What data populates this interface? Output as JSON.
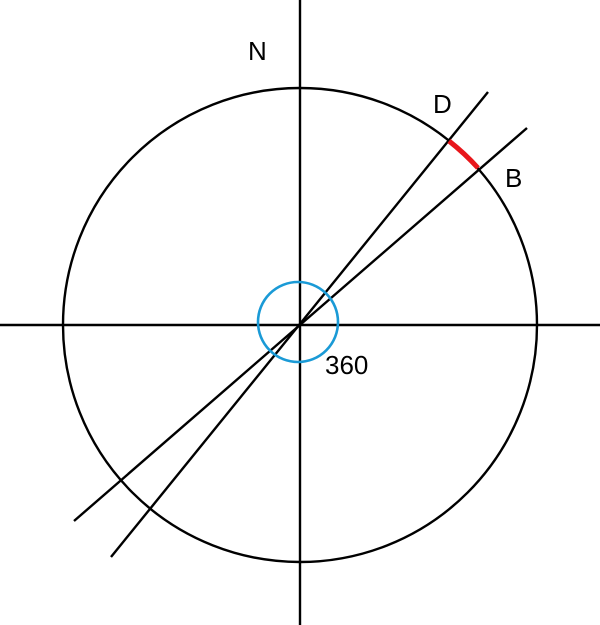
{
  "labels": {
    "north": "N",
    "point_d": "D",
    "point_b": "B",
    "angle_value": "360"
  },
  "colors": {
    "lines": "#000000",
    "arc_highlight": "#e8161b",
    "angle_marker": "#1a9ad6",
    "background": "#ffffff"
  }
}
